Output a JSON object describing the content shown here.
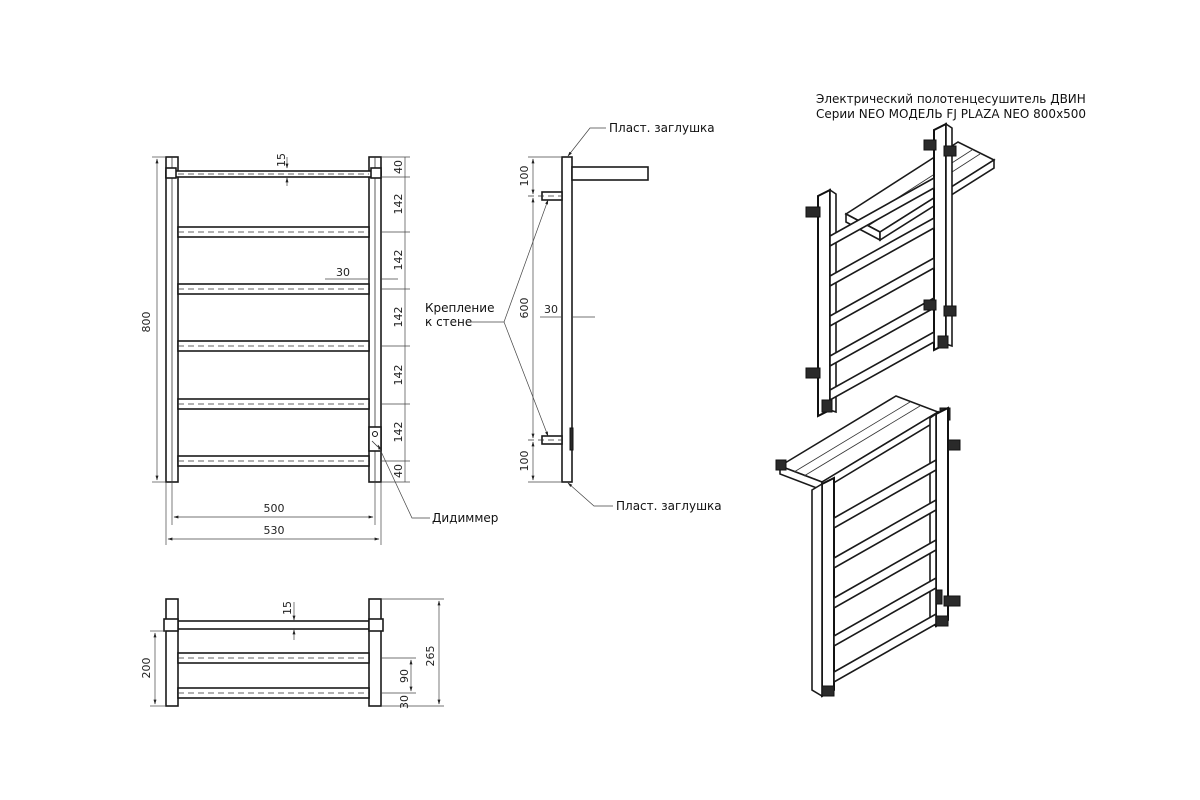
{
  "title": {
    "line1": "Электрический полотенцесушитель ДВИН",
    "line2": "Серии NEO МОДЕЛЬ FJ PLAZA NEO 800х500"
  },
  "front_view": {
    "height": "800",
    "width_inner": "500",
    "width_outer": "530",
    "top_gap": "15",
    "bar_thickness": "30",
    "segments": [
      "40",
      "142",
      "142",
      "142",
      "142",
      "142",
      "40"
    ],
    "dimmer_label": "Дидиммер"
  },
  "side_view": {
    "top_plug": "Пласт. заглушка",
    "bottom_plug": "Пласт. заглушка",
    "mount_label_1": "Крепление",
    "mount_label_2": "к стене",
    "top_offset": "100",
    "mount_spacing": "600",
    "bottom_offset": "100",
    "depth": "30"
  },
  "top_view": {
    "gap": "15",
    "depth_left": "200",
    "spacing": "90",
    "edge": "30",
    "depth_total": "265"
  }
}
